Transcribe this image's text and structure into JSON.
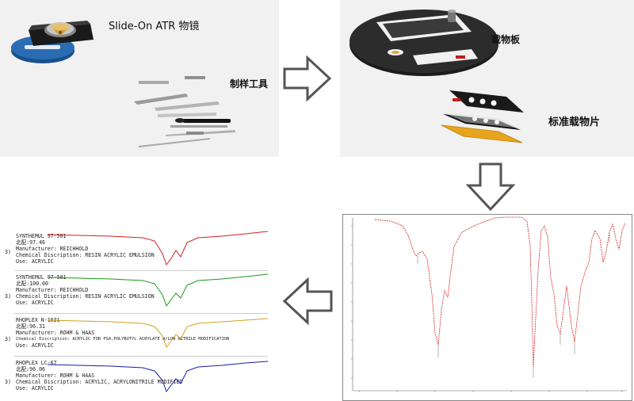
{
  "panel_top_left": {
    "atr_label": "Slide-On ATR  物镜",
    "tools_label": "制样工具"
  },
  "panel_top_right": {
    "plate_label": "载物板",
    "slide_label": "标准载物片"
  },
  "search_results": [
    {
      "name": "SYNTHEMUL 97-501",
      "score": "北配:97.46",
      "manufacturer": "Manufacturer:  REICHHOLD",
      "description": "Chemical Discription:  RESIN ACRYLIC EMULSION",
      "use": "Use:  ACRYLIC",
      "color": "#d42020"
    },
    {
      "name": "SYNTHEMUL 97-501",
      "score": "北配:100.00",
      "manufacturer": "Manufacturer:  REICHHOLD",
      "description": "Chemical Discription:  RESIN ACRYLIC EMULSION",
      "use": "Use:  ACRYLIC",
      "color": "#1a9a1a"
    },
    {
      "name": "RHOPLEX N-1031",
      "score": "北配:96.31",
      "manufacturer": "Manufacturer:  ROHM & HAAS",
      "description": "Chemical Discription:  ACRYLIC FOR PSA,POLYBUTYL ACRYLATE W/LOW NITRILE MODIFICATION",
      "use": "Use:  ACRYLIC",
      "color": "#d4a020"
    },
    {
      "name": "RHOPLEX LC-67",
      "score": "北配:96.06",
      "manufacturer": "Manufacturer:  ROHM & HAAS",
      "description": "Chemical Discription:  ACRYLIC, ACRYLONITRILE MODIFIED",
      "use": "Use:  ACRYLIC",
      "color": "#1a1aa8"
    }
  ],
  "side_markers": [
    "3)",
    "3)",
    "3)",
    "3)"
  ],
  "colors": {
    "spectrum": "#d42020",
    "arrow_outline": "#555555",
    "panel_bg": "#f1f1f1"
  },
  "icons": [
    "right-arrow-icon",
    "down-arrow-icon",
    "left-arrow-icon"
  ]
}
